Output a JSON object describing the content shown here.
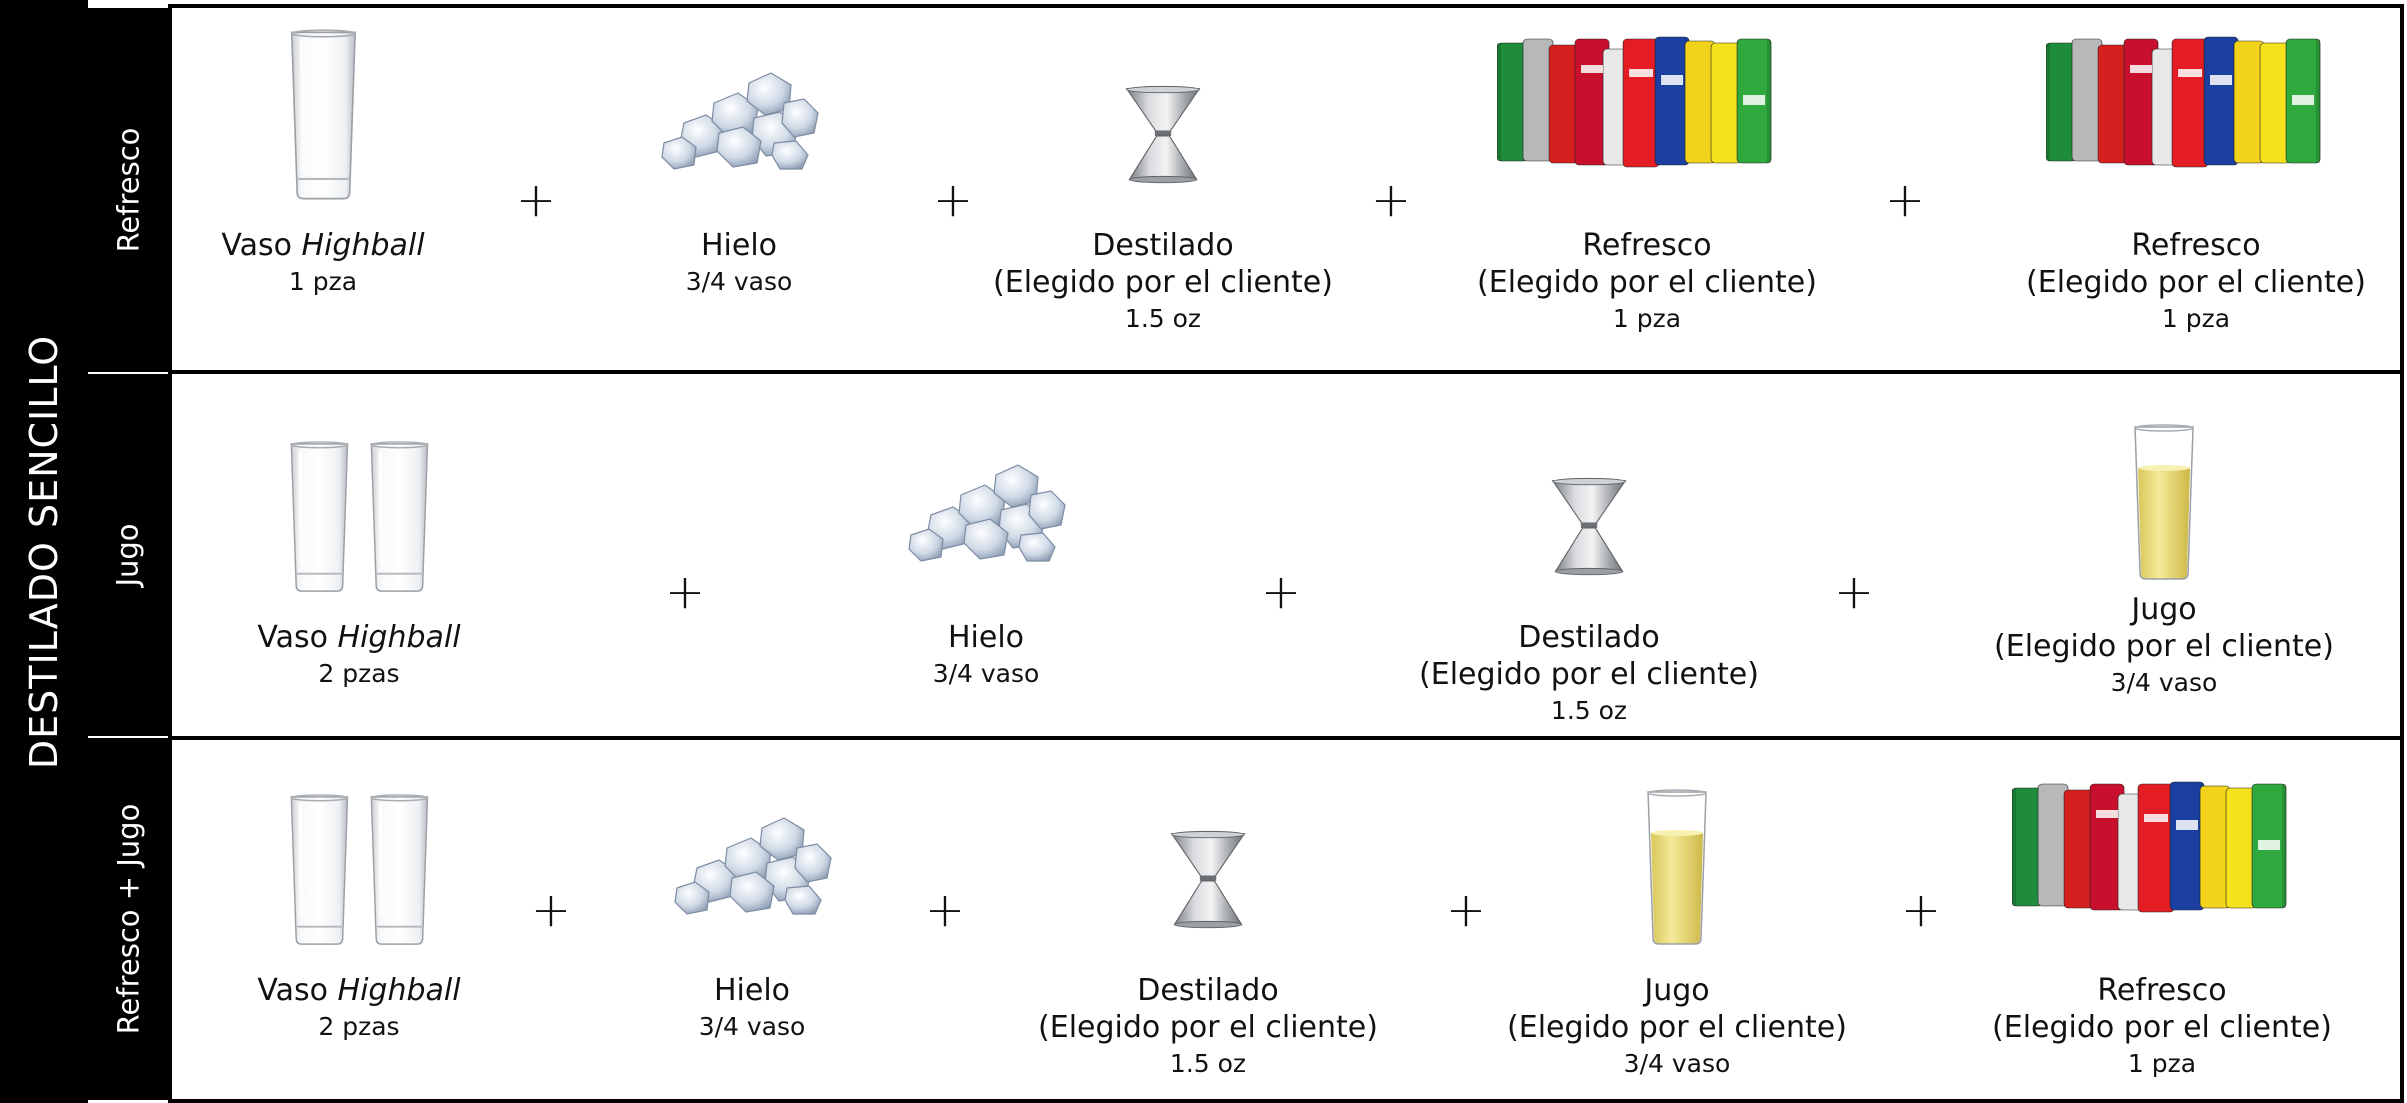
{
  "main_label": "DESTILADO SENCILLO",
  "rows": [
    {
      "label": "Refresco",
      "items": [
        {
          "title": "Vaso",
          "title_italic": "Highball",
          "sub": "",
          "qty": "1 pza",
          "icon": "highball-glass-icon"
        },
        {
          "title": "Hielo",
          "title_italic": "",
          "sub": "",
          "qty": "3/4 vaso",
          "icon": "ice-icon"
        },
        {
          "title": "Destilado",
          "title_italic": "",
          "sub": "(Elegido por el cliente)",
          "qty": "1.5 oz",
          "icon": "jigger-icon"
        },
        {
          "title": "Refresco",
          "title_italic": "",
          "sub": "(Elegido por el cliente)",
          "qty": "1 pza",
          "icon": "soda-cans-icon"
        },
        {
          "title": "Refresco",
          "title_italic": "",
          "sub": "(Elegido por el cliente)",
          "qty": "1 pza",
          "icon": "soda-cans-icon"
        }
      ]
    },
    {
      "label": "Jugo",
      "items": [
        {
          "title": "Vaso",
          "title_italic": "Highball",
          "sub": "",
          "qty": "2 pzas",
          "icon": "two-highball-glasses-icon"
        },
        {
          "title": "Hielo",
          "title_italic": "",
          "sub": "",
          "qty": "3/4 vaso",
          "icon": "ice-icon"
        },
        {
          "title": "Destilado",
          "title_italic": "",
          "sub": "(Elegido por el cliente)",
          "qty": "1.5 oz",
          "icon": "jigger-icon"
        },
        {
          "title": "Jugo",
          "title_italic": "",
          "sub": "(Elegido por el cliente)",
          "qty": "3/4  vaso",
          "icon": "juice-glass-icon"
        }
      ]
    },
    {
      "label": "Refresco + Jugo",
      "items": [
        {
          "title": "Vaso",
          "title_italic": "Highball",
          "sub": "",
          "qty": "2 pzas",
          "icon": "two-highball-glasses-icon"
        },
        {
          "title": "Hielo",
          "title_italic": "",
          "sub": "",
          "qty": "3/4 vaso",
          "icon": "ice-icon"
        },
        {
          "title": "Destilado",
          "title_italic": "",
          "sub": "(Elegido por el cliente)",
          "qty": "1.5 oz",
          "icon": "jigger-icon"
        },
        {
          "title": "Jugo",
          "title_italic": "",
          "sub": "(Elegido por el cliente)",
          "qty": "3/4  vaso",
          "icon": "juice-glass-icon"
        },
        {
          "title": "Refresco",
          "title_italic": "",
          "sub": "(Elegido por el cliente)",
          "qty": "1 pza",
          "icon": "soda-cans-icon"
        }
      ]
    }
  ],
  "plus_sign": "+"
}
